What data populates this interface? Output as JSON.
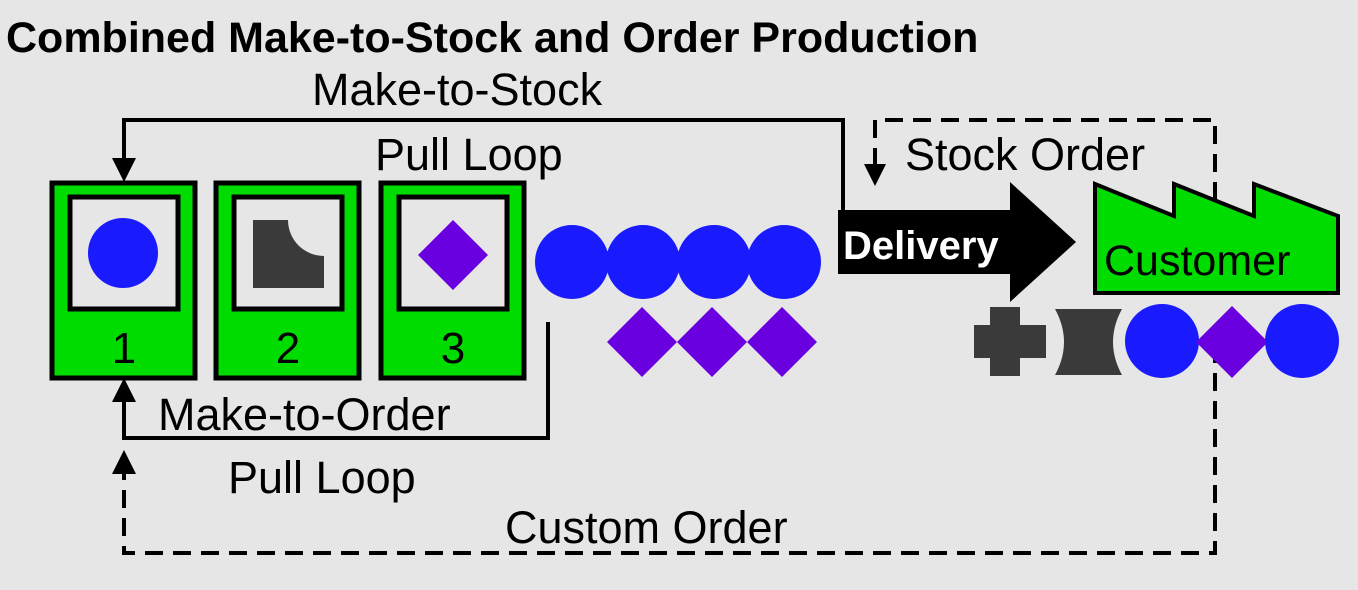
{
  "title": "Combined Make-to-Stock and Order Production",
  "labels": {
    "mts_top": "Make-to-Stock",
    "mts_bottom": "Pull Loop",
    "mto_top": "Make-to-Order",
    "mto_bottom": "Pull Loop",
    "stock_order": "Stock Order",
    "custom_order": "Custom Order",
    "delivery": "Delivery",
    "customer": "Customer"
  },
  "kanban_cards": [
    {
      "number": "1",
      "shape": "circle"
    },
    {
      "number": "2",
      "shape": "concave-square"
    },
    {
      "number": "3",
      "shape": "diamond"
    }
  ],
  "colors": {
    "background": "#e6e6e6",
    "card_green": "#00dc00",
    "circle_blue": "#1a1aff",
    "diamond_purple": "#6a00e0",
    "dark_part": "#3a3a3a"
  },
  "stock": {
    "circles": 4,
    "diamonds": 3
  },
  "customer_parts": [
    "cross",
    "concave",
    "circle",
    "diamond",
    "circle"
  ]
}
